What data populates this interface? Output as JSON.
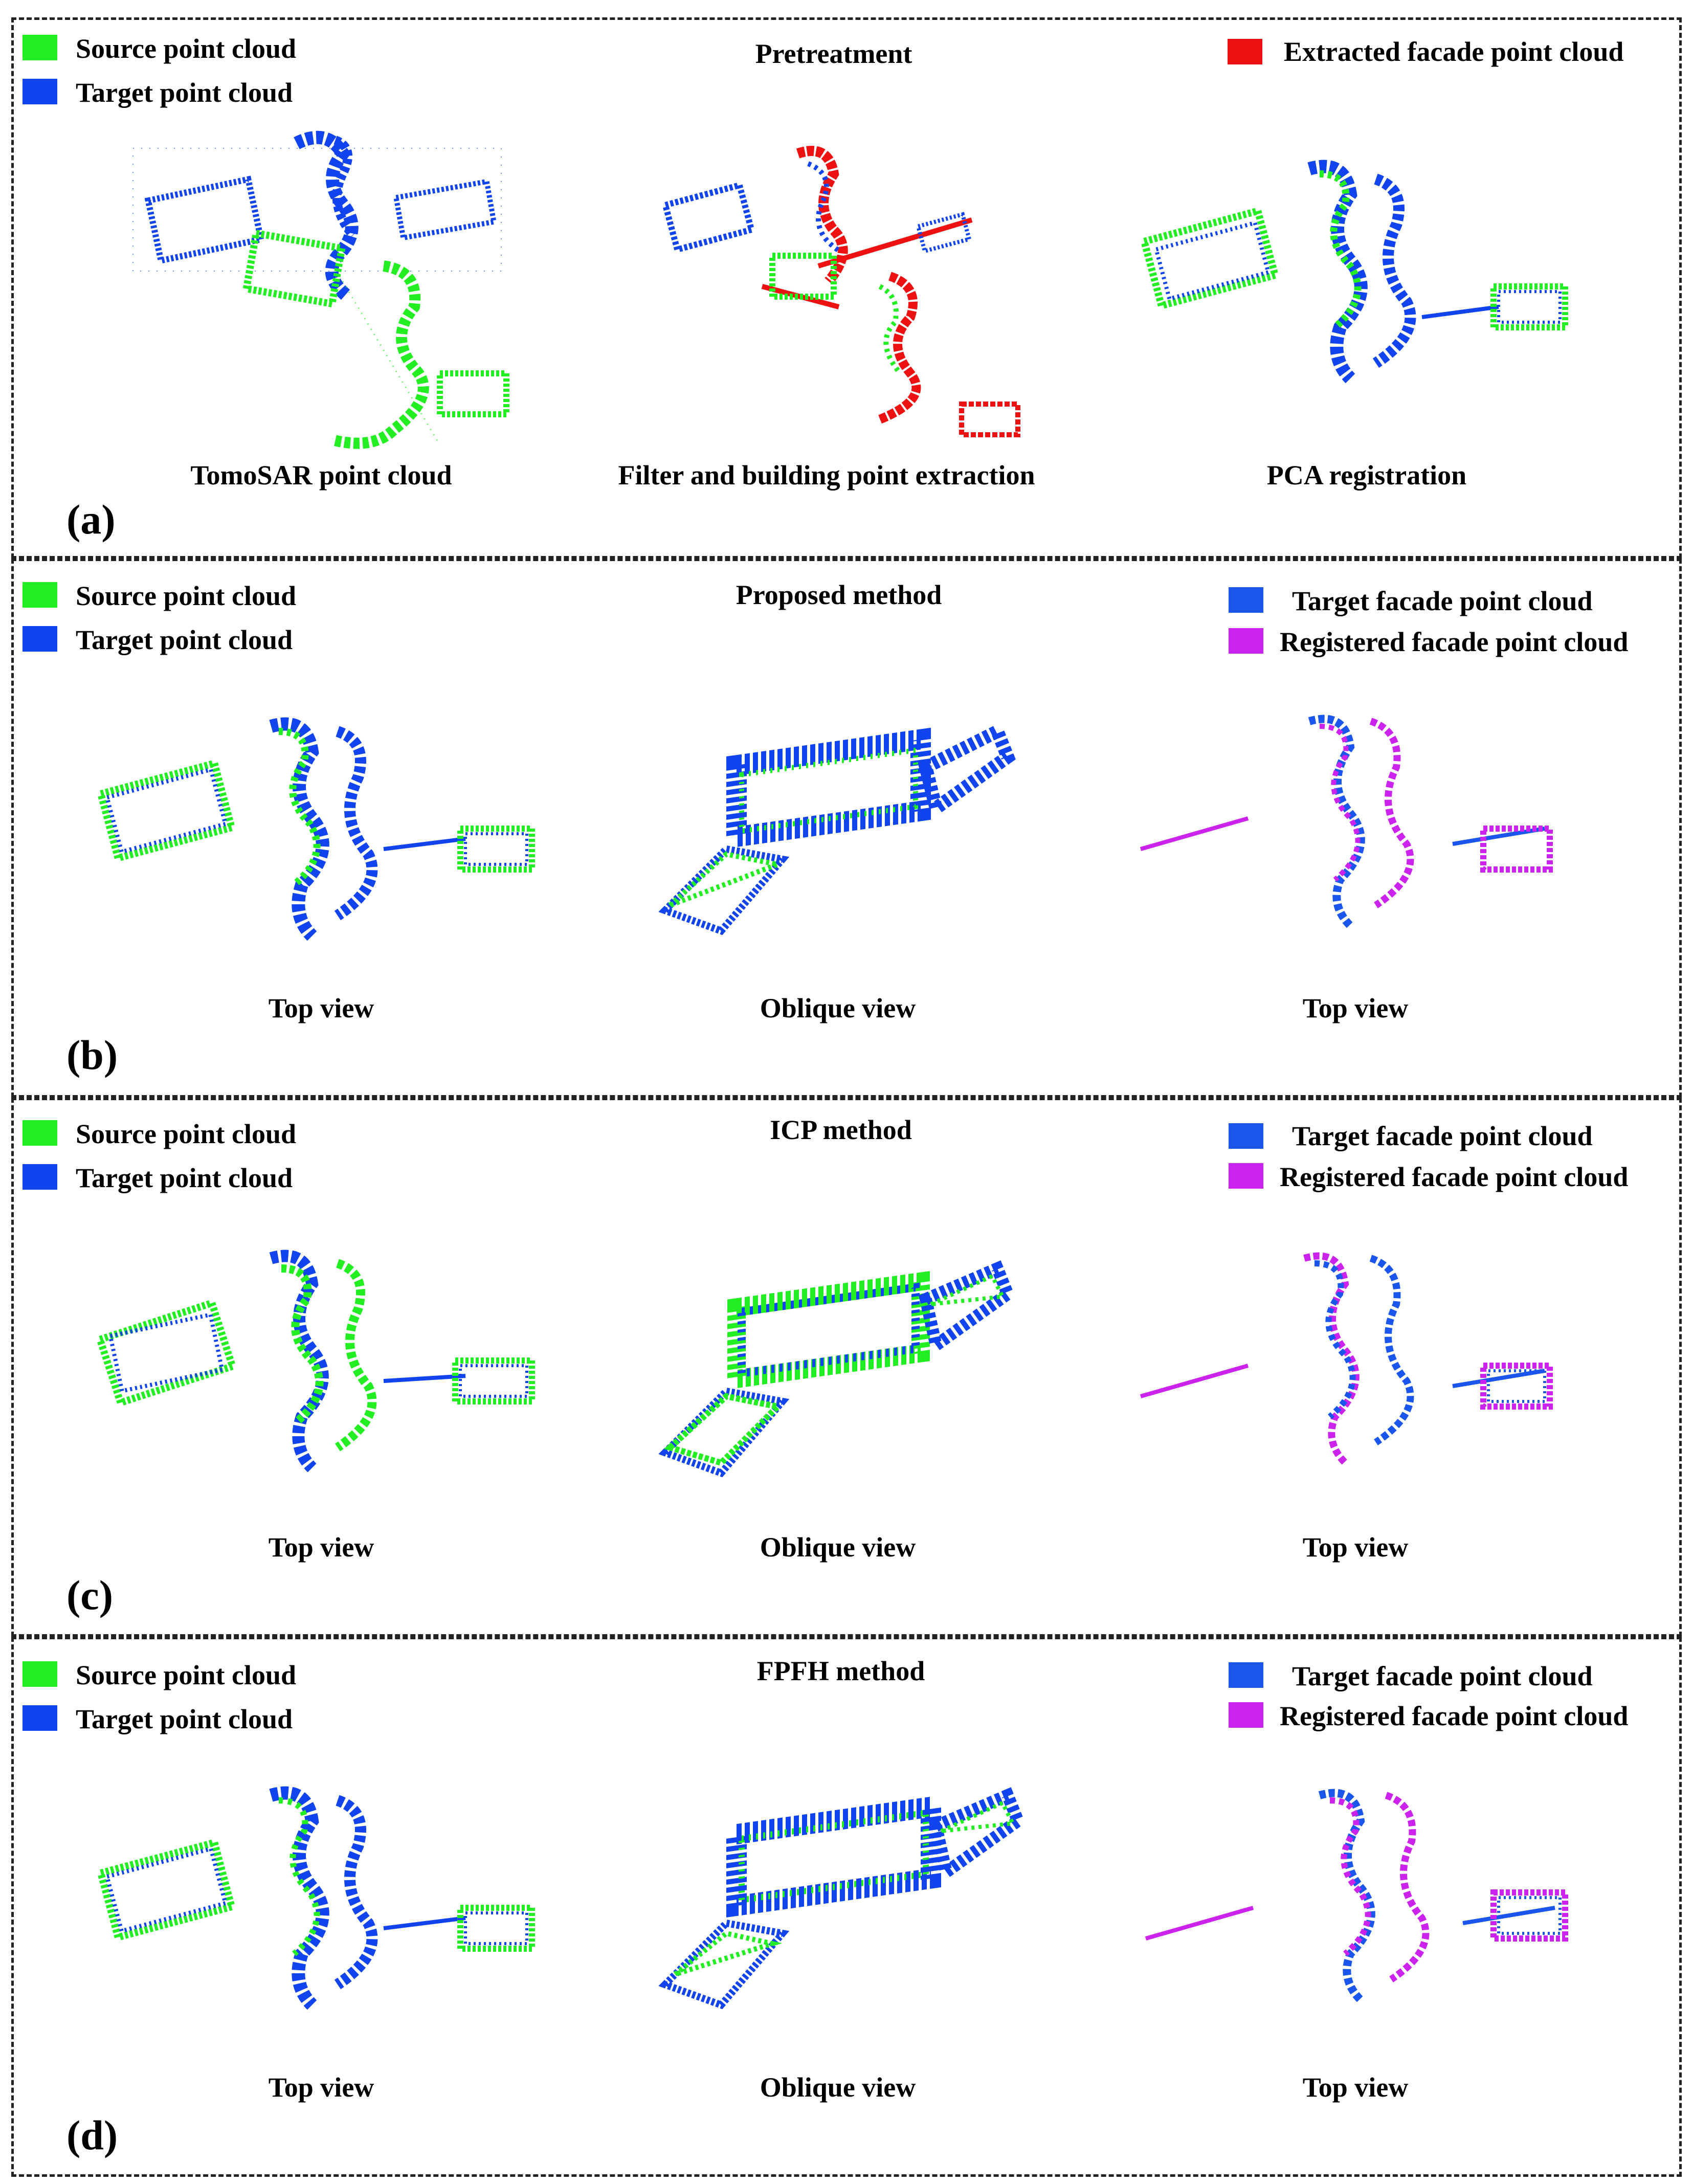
{
  "colors": {
    "source": "#22ee22",
    "target": "#1144ee",
    "target_facade": "#1a56ee",
    "extracted": "#ee1111",
    "registered": "#cc22ee"
  },
  "panels": [
    {
      "label": "(a)",
      "title": "Pretreatment",
      "legend_left": [
        "Source point cloud",
        "Target point cloud"
      ],
      "legend_right": [
        "Extracted facade point cloud"
      ],
      "captions": [
        "TomoSAR point cloud",
        "Filter and building point extraction",
        "PCA registration"
      ]
    },
    {
      "label": "(b)",
      "title": "Proposed method",
      "legend_left": [
        "Source point cloud",
        "Target point cloud"
      ],
      "legend_right": [
        "Target facade point cloud",
        "Registered facade point cloud"
      ],
      "captions": [
        "Top view",
        "Oblique view",
        "Top view"
      ]
    },
    {
      "label": "(c)",
      "title": "ICP method",
      "legend_left": [
        "Source point cloud",
        "Target point cloud"
      ],
      "legend_right": [
        "Target facade point cloud",
        "Registered facade point cloud"
      ],
      "captions": [
        "Top view",
        "Oblique view",
        "Top view"
      ]
    },
    {
      "label": "(d)",
      "title": "FPFH method",
      "legend_left": [
        "Source point cloud",
        "Target point cloud"
      ],
      "legend_right": [
        "Target facade point cloud",
        "Registered facade point cloud"
      ],
      "captions": [
        "Top view",
        "Oblique view",
        "Top view"
      ]
    }
  ]
}
